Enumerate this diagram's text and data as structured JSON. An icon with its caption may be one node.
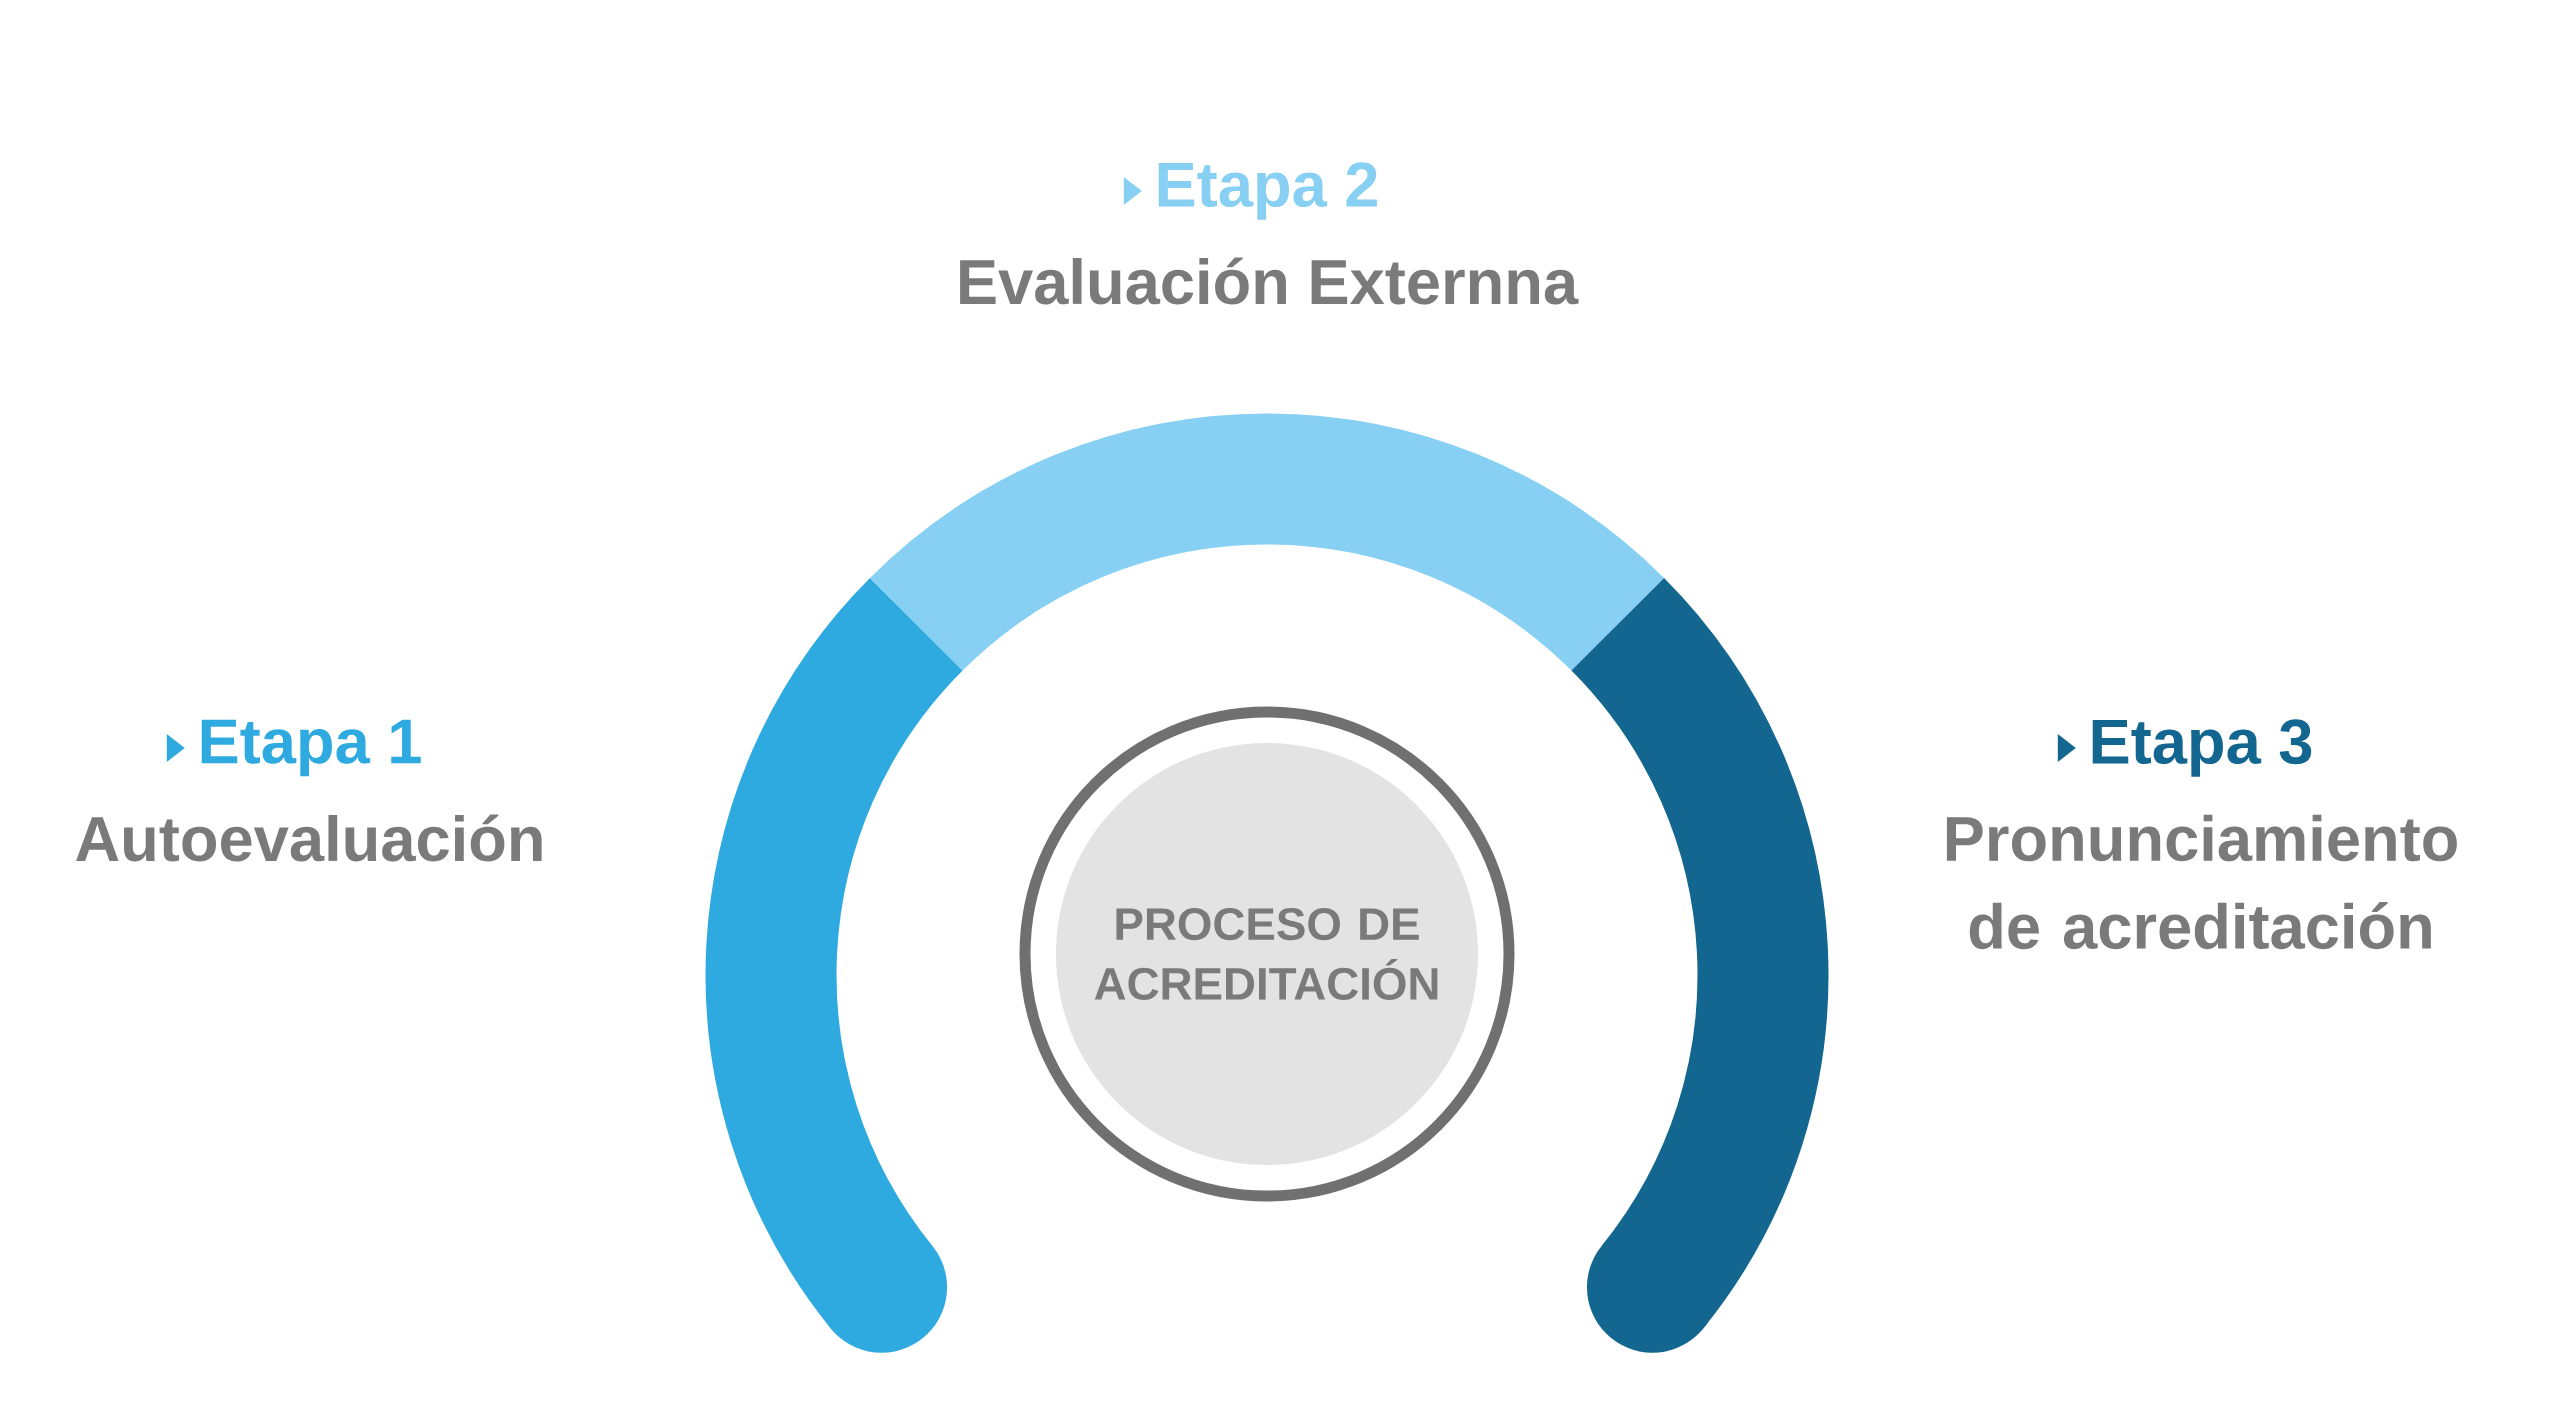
{
  "diagram": {
    "nodes": [
      {
        "text": [
          "PROCESO DE ACREDITACIÓN"
        ]
      }
    ],
    "labels": [
      "Etapa 1",
      "Autoevaluación",
      "Etapa 2",
      "Evaluación Externna",
      "Etapa 3",
      "Pronunciamiento de acreditación"
    ]
  }
}
